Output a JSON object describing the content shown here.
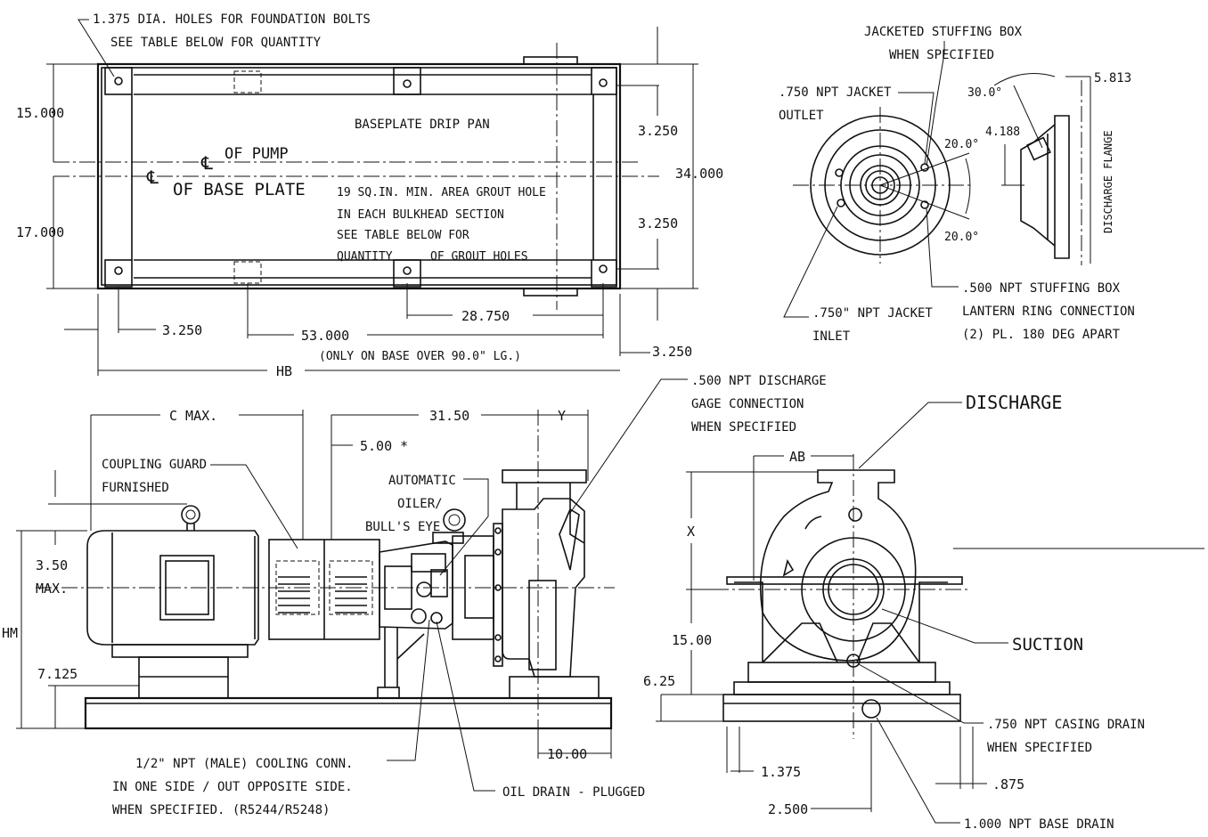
{
  "top_view": {
    "holes_note_1": "1.375 DIA. HOLES FOR FOUNDATION BOLTS",
    "holes_note_2": "SEE TABLE BELOW FOR QUANTITY",
    "drip_pan": "BASEPLATE DRIP PAN",
    "cl_pump": "OF PUMP",
    "cl_base": "OF BASE PLATE",
    "grout_1": "19 SQ.IN. MIN. AREA GROUT HOLE",
    "grout_2": "IN EACH BULKHEAD SECTION",
    "grout_3": "SEE TABLE BELOW FOR",
    "grout_4": "QUANTITY",
    "grout_5": "OF GROUT HOLES",
    "dim_15": "15.000",
    "dim_17": "17.000",
    "dim_3250_top": "3.250",
    "dim_3250_mid": "3.250",
    "dim_34": "34.000",
    "dim_3250_left": "3.250",
    "dim_53": "53.000",
    "dim_53_note": "(ONLY ON BASE OVER 90.0\" LG.)",
    "dim_28750": "28.750",
    "dim_3250_right": "3.250",
    "dim_hb": "HB"
  },
  "stuffing_box": {
    "jacketed_1": "JACKETED STUFFING BOX",
    "jacketed_2": "WHEN SPECIFIED",
    "jacket_outlet_1": ".750 NPT JACKET",
    "jacket_outlet_2": "OUTLET",
    "angle_30": "30.0°",
    "dim_5813": "5.813",
    "dim_4188": "4.188",
    "angle_20_top": "20.0°",
    "angle_20_bot": "20.0°",
    "discharge_flange": "DISCHARGE FLANGE",
    "jacket_inlet_1": ".750\" NPT JACKET",
    "jacket_inlet_2": "INLET",
    "lantern_1": ".500 NPT STUFFING BOX",
    "lantern_2": "LANTERN RING CONNECTION",
    "lantern_3": "(2) PL. 180 DEG APART"
  },
  "side_view": {
    "c_max": "C MAX.",
    "dim_3150": "31.50",
    "dim_y": "Y",
    "dim_500": "5.00 *",
    "coupling_1": "COUPLING GUARD",
    "coupling_2": "FURNISHED",
    "oiler_1": "AUTOMATIC",
    "oiler_2": "OILER/",
    "oiler_3": "BULL'S EYE",
    "gage_1": ".500 NPT DISCHARGE",
    "gage_2": "GAGE CONNECTION",
    "gage_3": "WHEN SPECIFIED",
    "dim_350": "3.50",
    "dim_350_max": "MAX.",
    "dim_hm": "HM",
    "dim_7125": "7.125",
    "dim_x": "X",
    "dim_1500": "15.00",
    "dim_625": "6.25",
    "dim_1000": "10.00",
    "cooling_1": "1/2\" NPT (MALE) COOLING CONN.",
    "cooling_2": "IN ONE SIDE / OUT OPPOSITE SIDE.",
    "cooling_3": "WHEN SPECIFIED.     (R5244/R5248)",
    "oil_drain": "OIL DRAIN - PLUGGED"
  },
  "end_view": {
    "discharge": "DISCHARGE",
    "dim_ab": "AB",
    "suction": "SUCTION",
    "casing_drain_1": ".750 NPT CASING DRAIN",
    "casing_drain_2": "WHEN SPECIFIED",
    "dim_1375": "1.375",
    "dim_875": ".875",
    "dim_2500": "2.500",
    "base_drain": "1.000 NPT BASE DRAIN"
  }
}
